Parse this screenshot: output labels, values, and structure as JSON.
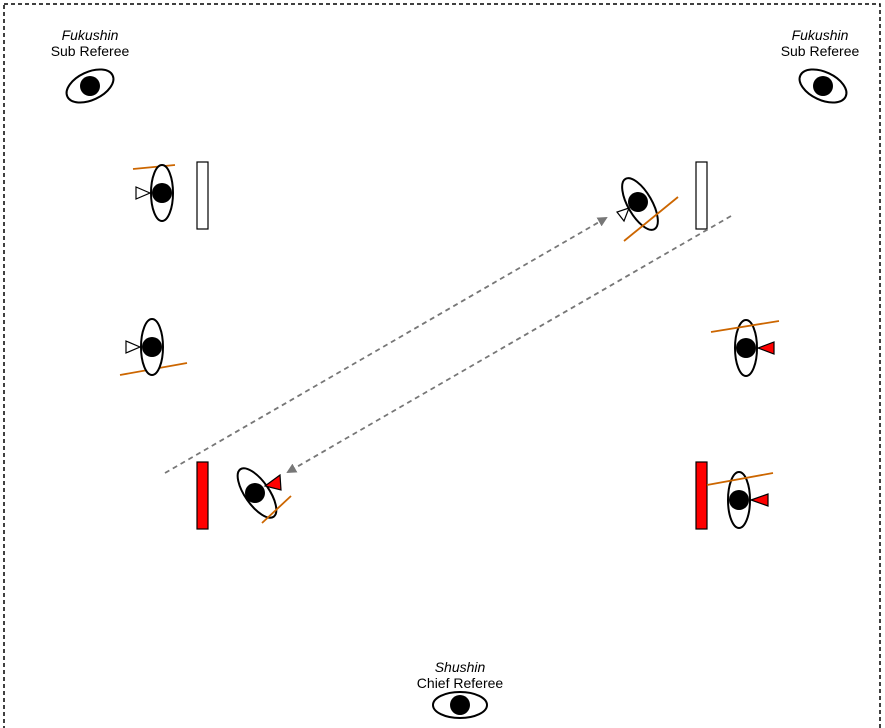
{
  "referees": {
    "sub_left": {
      "role_jp": "Fukushin",
      "role_en": "Sub Referee"
    },
    "sub_right": {
      "role_jp": "Fukushin",
      "role_en": "Sub Referee"
    },
    "chief": {
      "role_jp": "Shushin",
      "role_en": "Chief Referee"
    }
  },
  "colors": {
    "border": "#000000",
    "player_ribbon": "#ff0000",
    "sword": "#cc6600",
    "arrow": "#777777",
    "white_marker": "#ffffff",
    "red_marker": "#ff0000"
  },
  "icons": {
    "referee": "eye-icon",
    "player": "player-topdown-icon",
    "sword": "shinai-line",
    "ribbon": "tasuki-ribbon-triangle"
  }
}
